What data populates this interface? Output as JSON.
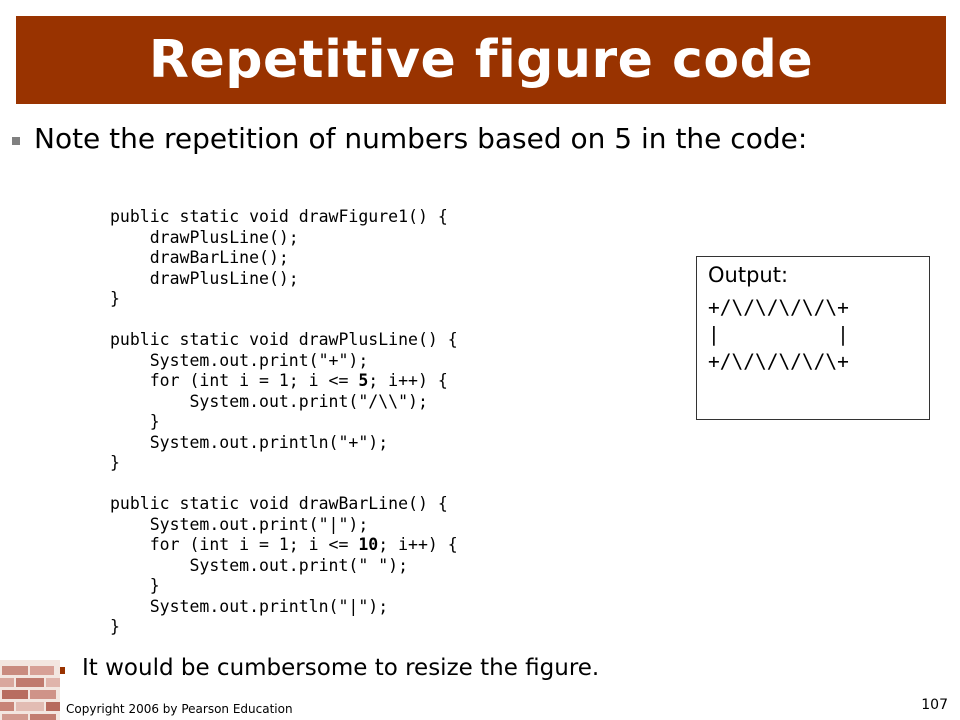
{
  "title": "Repetitive figure code",
  "main_bullet": "Note the repetition of numbers based on 5 in the code:",
  "code_lines": [
    [
      {
        "t": "public static void drawFigure1() {"
      }
    ],
    [
      {
        "t": "    drawPlusLine();"
      }
    ],
    [
      {
        "t": "    drawBarLine();"
      }
    ],
    [
      {
        "t": "    drawPlusLine();"
      }
    ],
    [
      {
        "t": "}"
      }
    ],
    [
      {
        "t": ""
      }
    ],
    [
      {
        "t": "public static void drawPlusLine() {"
      }
    ],
    [
      {
        "t": "    System.out.print(\"+\");"
      }
    ],
    [
      {
        "t": "    for (int i = 1; i <= "
      },
      {
        "t": "5",
        "b": true
      },
      {
        "t": "; i++) {"
      }
    ],
    [
      {
        "t": "        System.out.print(\"/\\\\\");"
      }
    ],
    [
      {
        "t": "    }"
      }
    ],
    [
      {
        "t": "    System.out.println(\"+\");"
      }
    ],
    [
      {
        "t": "}"
      }
    ],
    [
      {
        "t": ""
      }
    ],
    [
      {
        "t": "public static void drawBarLine() {"
      }
    ],
    [
      {
        "t": "    System.out.print(\"|\");"
      }
    ],
    [
      {
        "t": "    for (int i = 1; i <= "
      },
      {
        "t": "10",
        "b": true
      },
      {
        "t": "; i++) {"
      }
    ],
    [
      {
        "t": "        System.out.print(\" \");"
      }
    ],
    [
      {
        "t": "    }"
      }
    ],
    [
      {
        "t": "    System.out.println(\"|\");"
      }
    ],
    [
      {
        "t": "}"
      }
    ]
  ],
  "output": {
    "label": "Output:",
    "lines": [
      "+/\\/\\/\\/\\/\\+",
      "|          |",
      "+/\\/\\/\\/\\/\\+"
    ]
  },
  "sub_bullet": "It would be cumbersome to resize the figure.",
  "footer": {
    "copyright": "Copyright 2006 by Pearson Education",
    "page_number": "107"
  },
  "colors": {
    "title_bar": "#993300",
    "title_text": "#ffffff",
    "main_bullet_marker": "#808080",
    "sub_bullet_marker": "#993300"
  }
}
